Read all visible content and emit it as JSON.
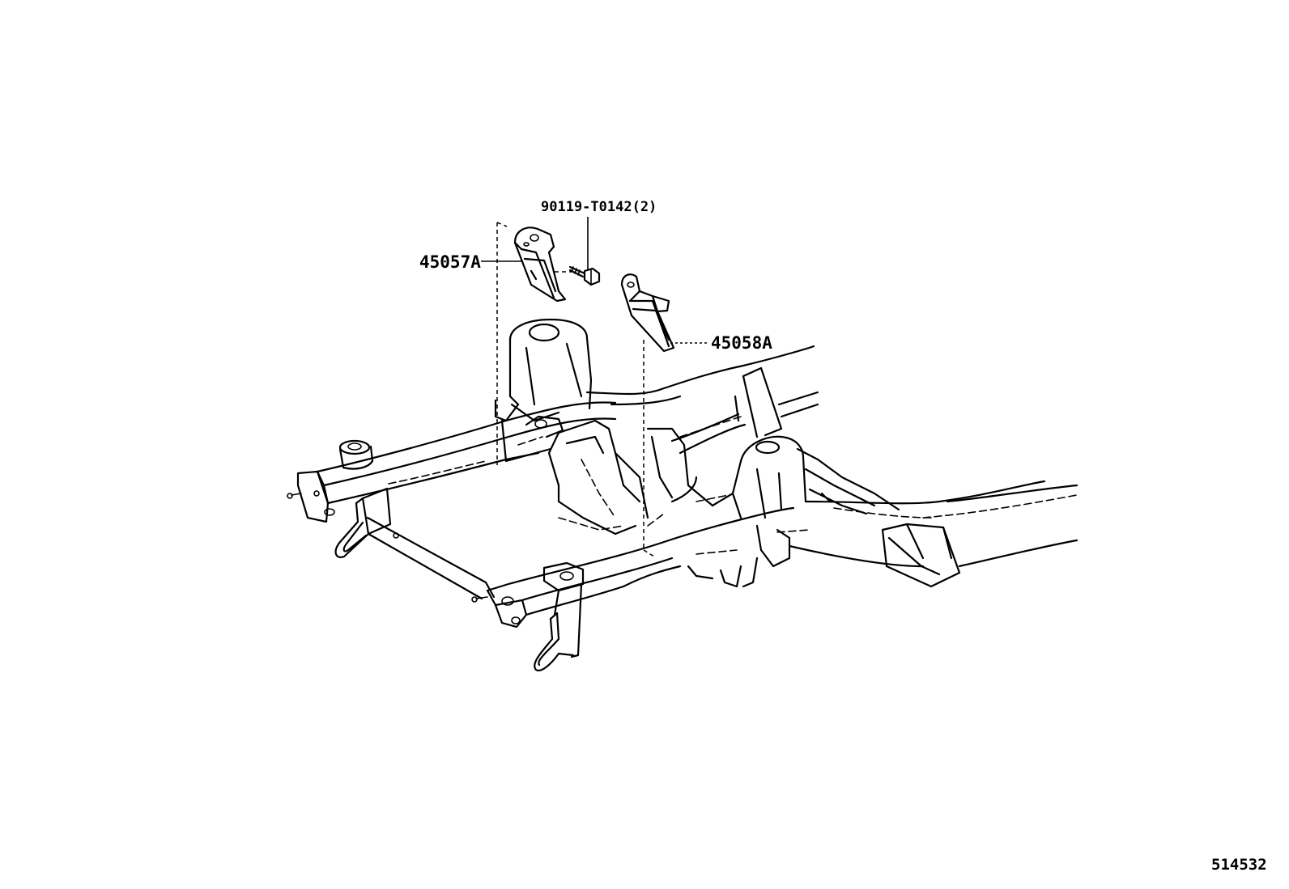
{
  "callouts": {
    "bolt": "90119-T0142(2)",
    "bracket_left": "45057A",
    "bracket_right": "45058A"
  },
  "figure_number": "514532"
}
